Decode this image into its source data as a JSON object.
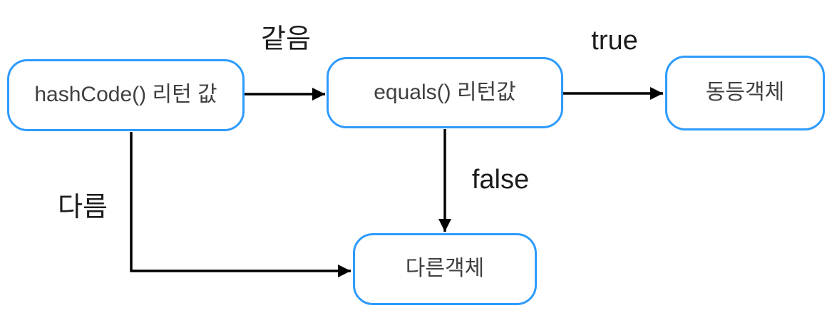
{
  "diagram": {
    "title": "hashCode / equals object comparison flow",
    "nodes": {
      "hashcode": {
        "label": "hashCode() 리턴 값"
      },
      "equals": {
        "label": "equals() 리턴값"
      },
      "equal_object": {
        "label": "동등객체"
      },
      "different_object": {
        "label": "다른객체"
      }
    },
    "edges": {
      "hashcode_to_equals": {
        "label": "같음",
        "from": "hashcode",
        "to": "equals"
      },
      "equals_to_equal_object": {
        "label": "true",
        "from": "equals",
        "to": "equal_object"
      },
      "equals_to_different_object": {
        "label": "false",
        "from": "equals",
        "to": "different_object"
      },
      "hashcode_to_different_object": {
        "label": "다름",
        "from": "hashcode",
        "to": "different_object"
      }
    },
    "colors": {
      "node_border": "#2e9bfd",
      "arrow": "#000000",
      "node_text": "#404040",
      "label_text": "#1c1c1c",
      "background": "#ffffff"
    }
  }
}
